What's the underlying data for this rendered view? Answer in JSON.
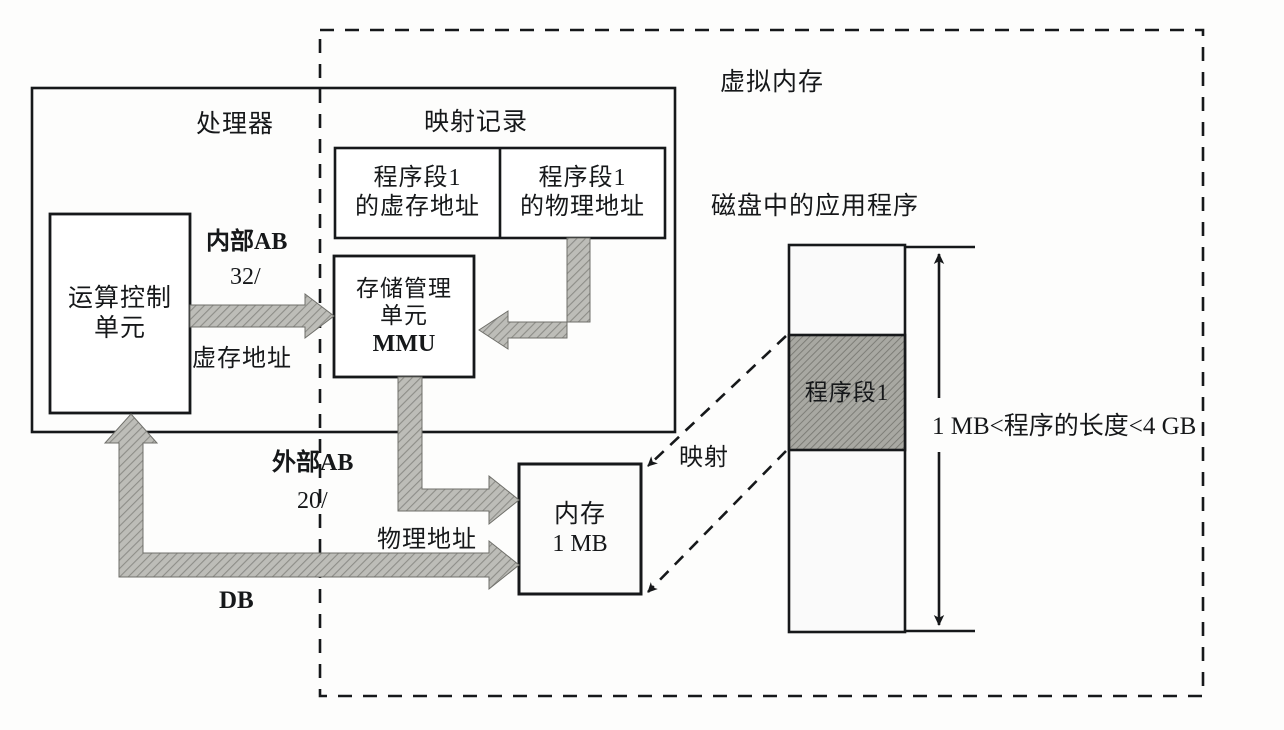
{
  "diagram": {
    "title_region": {
      "virtual_memory_label": "虚拟内存",
      "processor_label": "处理器",
      "mapping_record_label": "映射记录",
      "disk_app_label": "磁盘中的应用程序"
    },
    "boxes": {
      "alu": {
        "line1": "运算控制",
        "line2": "单元"
      },
      "mmu": {
        "line1": "存储管理",
        "line2": "单元",
        "line3": "MMU"
      },
      "map_cell_virtual": {
        "line1": "程序段1",
        "line2": "的虚存地址"
      },
      "map_cell_physical": {
        "line1": "程序段1",
        "line2": "的物理地址"
      },
      "memory": {
        "line1": "内存",
        "line2": "1 MB"
      },
      "disk_segment": {
        "label": "程序段1"
      }
    },
    "bus_labels": {
      "internal_ab": "内部AB",
      "internal_ab_width": "32/",
      "virtual_address": "虚存地址",
      "external_ab": "外部AB",
      "external_ab_width": "20/",
      "physical_address": "物理地址",
      "data_bus": "DB"
    },
    "annotations": {
      "mapping": "映射",
      "program_length_range": "1 MB<程序的长度<4 GB"
    },
    "colors": {
      "stroke": "#16181a",
      "arrow_fill": "#b9b9b4",
      "segment_fill": "#9e9e99",
      "disk_fill": "#fafafa",
      "page_bg": "#fdfdfc"
    }
  }
}
